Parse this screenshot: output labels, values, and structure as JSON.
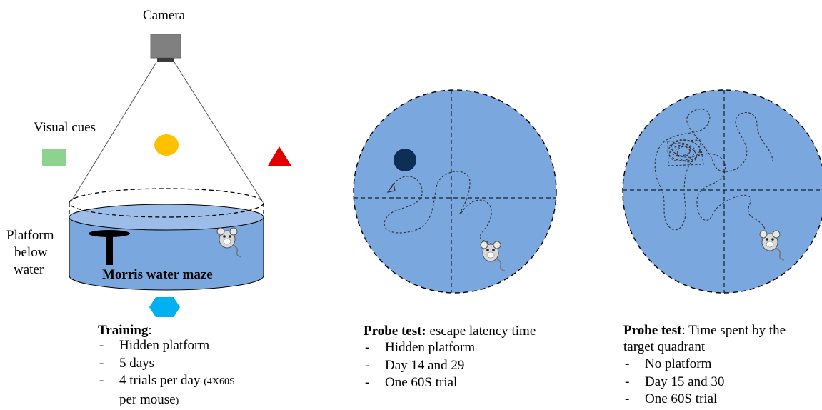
{
  "camera_label": "Camera",
  "visual_cues_label": "Visual cues",
  "platform_label": [
    "Platform",
    "below",
    "water"
  ],
  "maze_label": "Morris water maze",
  "training": {
    "heading": "Training",
    "colon": ":",
    "items": [
      "Hidden platform",
      "5 days",
      "4 trials per day"
    ],
    "item3_note_open": "(4X60S",
    "item3_cont": "per mouse",
    "item3_note_close": ")"
  },
  "probe1": {
    "heading": "Probe test:",
    "desc": "escape latency time",
    "items": [
      "Hidden platform",
      "Day 14 and 29",
      "One 60S trial"
    ]
  },
  "probe2": {
    "heading": "Probe test",
    "desc_line1": ": Time spent by the",
    "desc_line2": "target quadrant",
    "items": [
      "No platform",
      "Day 15 and 30",
      "One 60S trial"
    ]
  },
  "colors": {
    "water": "#7aa7dd",
    "green_cue": "#8fd18f",
    "yellow_cue": "#ffc000",
    "red_cue": "#e00000",
    "blue_cue": "#00b0f0",
    "platform_dark": "#0d2e57"
  }
}
